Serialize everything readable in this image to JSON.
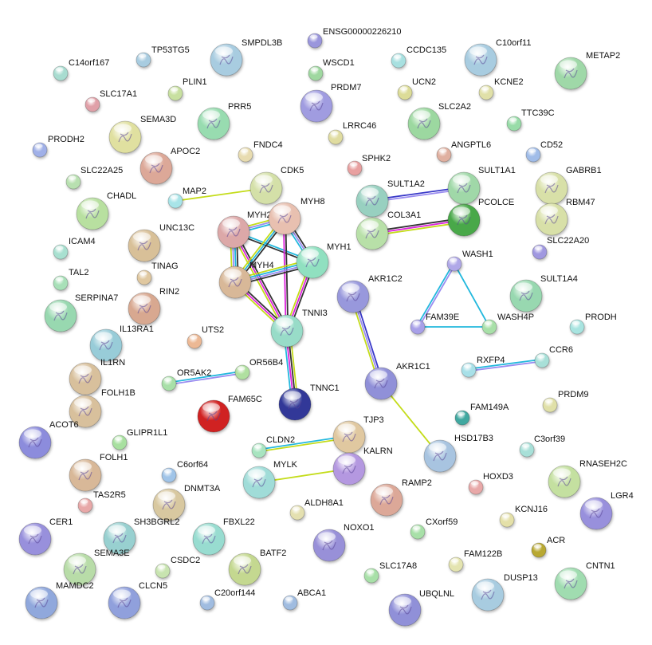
{
  "edge_colors": {
    "k": "#333333",
    "m": "#dd22dd",
    "y": "#c4dc1a",
    "c": "#22b8dd",
    "p": "#9a8cf0",
    "b": "#3838c8"
  },
  "nodes": [
    {
      "label": "ENSG00000226210",
      "color": "#9a96dc"
    },
    {
      "label": "TP53TG5",
      "color": "#a8cce0"
    },
    {
      "label": "SMPDL3B",
      "color": "#a8cce0"
    },
    {
      "label": "C14orf167",
      "color": "#a8dcd0"
    },
    {
      "label": "WSCD1",
      "color": "#9fd8a0"
    },
    {
      "label": "CCDC135",
      "color": "#a8e0e0"
    },
    {
      "label": "C10orf11",
      "color": "#a8cce0"
    },
    {
      "label": "METAP2",
      "color": "#9fd8a8"
    },
    {
      "label": "PLIN1",
      "color": "#c8e0a0"
    },
    {
      "label": "UCN2",
      "color": "#dcdc98"
    },
    {
      "label": "KCNE2",
      "color": "#e0e0a8"
    },
    {
      "label": "SLC17A1",
      "color": "#e0a0a8"
    },
    {
      "label": "PRDM7",
      "color": "#a09ce0"
    },
    {
      "label": "PRR5",
      "color": "#98dcb0"
    },
    {
      "label": "SLC2A2",
      "color": "#9cd8a0"
    },
    {
      "label": "TTC39C",
      "color": "#98dca8"
    },
    {
      "label": "SEMA3D",
      "color": "#e0e0a0"
    },
    {
      "label": "LRRC46",
      "color": "#e0dca0"
    },
    {
      "label": "ANGPTL6",
      "color": "#e0b0a0"
    },
    {
      "label": "CD52",
      "color": "#a0bce8"
    },
    {
      "label": "PRODH2",
      "color": "#a0b0e8"
    },
    {
      "label": "APOC2",
      "color": "#dca898"
    },
    {
      "label": "FNDC4",
      "color": "#e8dcb0"
    },
    {
      "label": "SPHK2",
      "color": "#e8a0a0"
    },
    {
      "label": "SLC22A25",
      "color": "#b8e0b0"
    },
    {
      "label": "CDK5",
      "color": "#d4e0a8"
    },
    {
      "label": "SULT1A2",
      "color": "#98d0c0"
    },
    {
      "label": "SULT1A1",
      "color": "#a0d8a8"
    },
    {
      "label": "GABRB1",
      "color": "#d8e0a8"
    },
    {
      "label": "MAP2",
      "color": "#a8e4e8"
    },
    {
      "label": "CHADL",
      "color": "#b8e0a0"
    },
    {
      "label": "MYH2",
      "color": "#dca8a8"
    },
    {
      "label": "MYH8",
      "color": "#e8c0b0"
    },
    {
      "label": "PCOLCE",
      "color": "#48a848"
    },
    {
      "label": "RBM47",
      "color": "#d8e0a8"
    },
    {
      "label": "COL3A1",
      "color": "#b8e0a8"
    },
    {
      "label": "ICAM4",
      "color": "#a8e0d0"
    },
    {
      "label": "UNC13C",
      "color": "#d8c098"
    },
    {
      "label": "SLC22A20",
      "color": "#a098e0"
    },
    {
      "label": "MYH1",
      "color": "#90e0c0"
    },
    {
      "label": "WASH1",
      "color": "#b0a8e8"
    },
    {
      "label": "MYH4",
      "color": "#d8b898"
    },
    {
      "label": "TINAG",
      "color": "#e0c8a0"
    },
    {
      "label": "TAL2",
      "color": "#a8e0b8"
    },
    {
      "label": "AKR1C2",
      "color": "#9898dc"
    },
    {
      "label": "SULT1A4",
      "color": "#98d8b0"
    },
    {
      "label": "SERPINA7",
      "color": "#98d8b0"
    },
    {
      "label": "RIN2",
      "color": "#d8a890"
    },
    {
      "label": "FAM39E",
      "color": "#a8a0e8"
    },
    {
      "label": "WASH4P",
      "color": "#a8e0a8"
    },
    {
      "label": "PRODH",
      "color": "#a8e4e0"
    },
    {
      "label": "TNNI3",
      "color": "#98dcc8"
    },
    {
      "label": "IL13RA1",
      "color": "#98ccd8"
    },
    {
      "label": "UTS2",
      "color": "#ecb894"
    },
    {
      "label": "IL1RN",
      "color": "#d8c09c"
    },
    {
      "label": "FOLH1B",
      "color": "#d8c09c"
    },
    {
      "label": "ACOT6",
      "color": "#8c8cdc"
    },
    {
      "label": "CCR6",
      "color": "#a8e0d8"
    },
    {
      "label": "RXFP4",
      "color": "#a8e0e8"
    },
    {
      "label": "OR5AK2",
      "color": "#a8e0a8"
    },
    {
      "label": "OR56B4",
      "color": "#b0e0a0"
    },
    {
      "label": "AKR1C1",
      "color": "#9090d8"
    },
    {
      "label": "TNNC1",
      "color": "#303898"
    },
    {
      "label": "FAM65C",
      "color": "#d02020"
    },
    {
      "label": "PRDM9",
      "color": "#e0e0a8"
    },
    {
      "label": "FAM149A",
      "color": "#40a8a0"
    },
    {
      "label": "TJP3",
      "color": "#e0c8a0"
    },
    {
      "label": "CLDN2",
      "color": "#a8e4c0"
    },
    {
      "label": "GLIPR1L1",
      "color": "#a8e0a0"
    },
    {
      "label": "KALRN",
      "color": "#b498e0"
    },
    {
      "label": "C3orf39",
      "color": "#a8e0d8"
    },
    {
      "label": "HSD17B3",
      "color": "#a8c4e0"
    },
    {
      "label": "FOLH1",
      "color": "#d8b898"
    },
    {
      "label": "C6orf64",
      "color": "#a0c4e8"
    },
    {
      "label": "MYLK",
      "color": "#a0dcd8"
    },
    {
      "label": "DNMT3A",
      "color": "#d8c8a0"
    },
    {
      "label": "RAMP2",
      "color": "#dca898"
    },
    {
      "label": "HOXD3",
      "color": "#e8a8a8"
    },
    {
      "label": "RNASEH2C",
      "color": "#c4e0a0"
    },
    {
      "label": "TAS2R5",
      "color": "#e8a8a8"
    },
    {
      "label": "ALDH8A1",
      "color": "#e4e0b0"
    },
    {
      "label": "KCNJ16",
      "color": "#e4e0a8"
    },
    {
      "label": "LGR4",
      "color": "#9890dc"
    },
    {
      "label": "CER1",
      "color": "#9890dc"
    },
    {
      "label": "SH3BGRL2",
      "color": "#98d0d0"
    },
    {
      "label": "FBXL22",
      "color": "#98dcd0"
    },
    {
      "label": "NOXO1",
      "color": "#9890d8"
    },
    {
      "label": "CXorf59",
      "color": "#a8e0a8"
    },
    {
      "label": "ACR",
      "color": "#b8a830"
    },
    {
      "label": "SEMA3E",
      "color": "#b8dca8"
    },
    {
      "label": "CSDC2",
      "color": "#c8e4b0"
    },
    {
      "label": "BATF2",
      "color": "#c4d890"
    },
    {
      "label": "FAM122B",
      "color": "#e4e4b0"
    },
    {
      "label": "SLC17A8",
      "color": "#a8e0a8"
    },
    {
      "label": "CNTN1",
      "color": "#a0dcb0"
    },
    {
      "label": "DUSP13",
      "color": "#a8cce0"
    },
    {
      "label": "MAMDC2",
      "color": "#90a8dc"
    },
    {
      "label": "CLCN5",
      "color": "#90a0dc"
    },
    {
      "label": "C20orf144",
      "color": "#a0bce0"
    },
    {
      "label": "ABCA1",
      "color": "#a0bce0"
    },
    {
      "label": "UBQLNL",
      "color": "#9090d8"
    }
  ],
  "edges": [
    {
      "from": "MAP2",
      "to": "CDK5",
      "types": [
        "y"
      ]
    },
    {
      "from": "SULT1A2",
      "to": "SULT1A1",
      "types": [
        "b",
        "p"
      ]
    },
    {
      "from": "COL3A1",
      "to": "PCOLCE",
      "types": [
        "k",
        "m",
        "y"
      ]
    },
    {
      "from": "MYH2",
      "to": "MYH8",
      "types": [
        "y",
        "p",
        "c"
      ]
    },
    {
      "from": "MYH2",
      "to": "MYH1",
      "types": [
        "c",
        "k"
      ]
    },
    {
      "from": "MYH2",
      "to": "MYH4",
      "types": [
        "k",
        "c",
        "p",
        "y"
      ]
    },
    {
      "from": "MYH2",
      "to": "TNNI3",
      "types": [
        "k",
        "m",
        "y"
      ]
    },
    {
      "from": "MYH8",
      "to": "MYH1",
      "types": [
        "k",
        "p",
        "c"
      ]
    },
    {
      "from": "MYH8",
      "to": "MYH4",
      "types": [
        "k",
        "c",
        "y"
      ]
    },
    {
      "from": "MYH8",
      "to": "TNNI3",
      "types": [
        "k",
        "m"
      ]
    },
    {
      "from": "MYH1",
      "to": "MYH4",
      "types": [
        "k",
        "p",
        "c",
        "y"
      ]
    },
    {
      "from": "MYH1",
      "to": "TNNI3",
      "types": [
        "k",
        "m",
        "y"
      ]
    },
    {
      "from": "MYH4",
      "to": "TNNI3",
      "types": [
        "k",
        "m",
        "y"
      ]
    },
    {
      "from": "TNNI3",
      "to": "TNNC1",
      "types": [
        "y",
        "k",
        "m",
        "c"
      ]
    },
    {
      "from": "AKR1C2",
      "to": "AKR1C1",
      "types": [
        "b",
        "p",
        "y"
      ]
    },
    {
      "from": "AKR1C1",
      "to": "HSD17B3",
      "types": [
        "y"
      ]
    },
    {
      "from": "WASH1",
      "to": "FAM39E",
      "types": [
        "p",
        "c"
      ]
    },
    {
      "from": "WASH1",
      "to": "WASH4P",
      "types": [
        "c"
      ]
    },
    {
      "from": "FAM39E",
      "to": "WASH4P",
      "types": [
        "c"
      ]
    },
    {
      "from": "RXFP4",
      "to": "CCR6",
      "types": [
        "c",
        "p"
      ]
    },
    {
      "from": "OR5AK2",
      "to": "OR56B4",
      "types": [
        "c",
        "p"
      ]
    },
    {
      "from": "CLDN2",
      "to": "TJP3",
      "types": [
        "c",
        "y"
      ]
    },
    {
      "from": "MYLK",
      "to": "KALRN",
      "types": [
        "y"
      ]
    }
  ]
}
